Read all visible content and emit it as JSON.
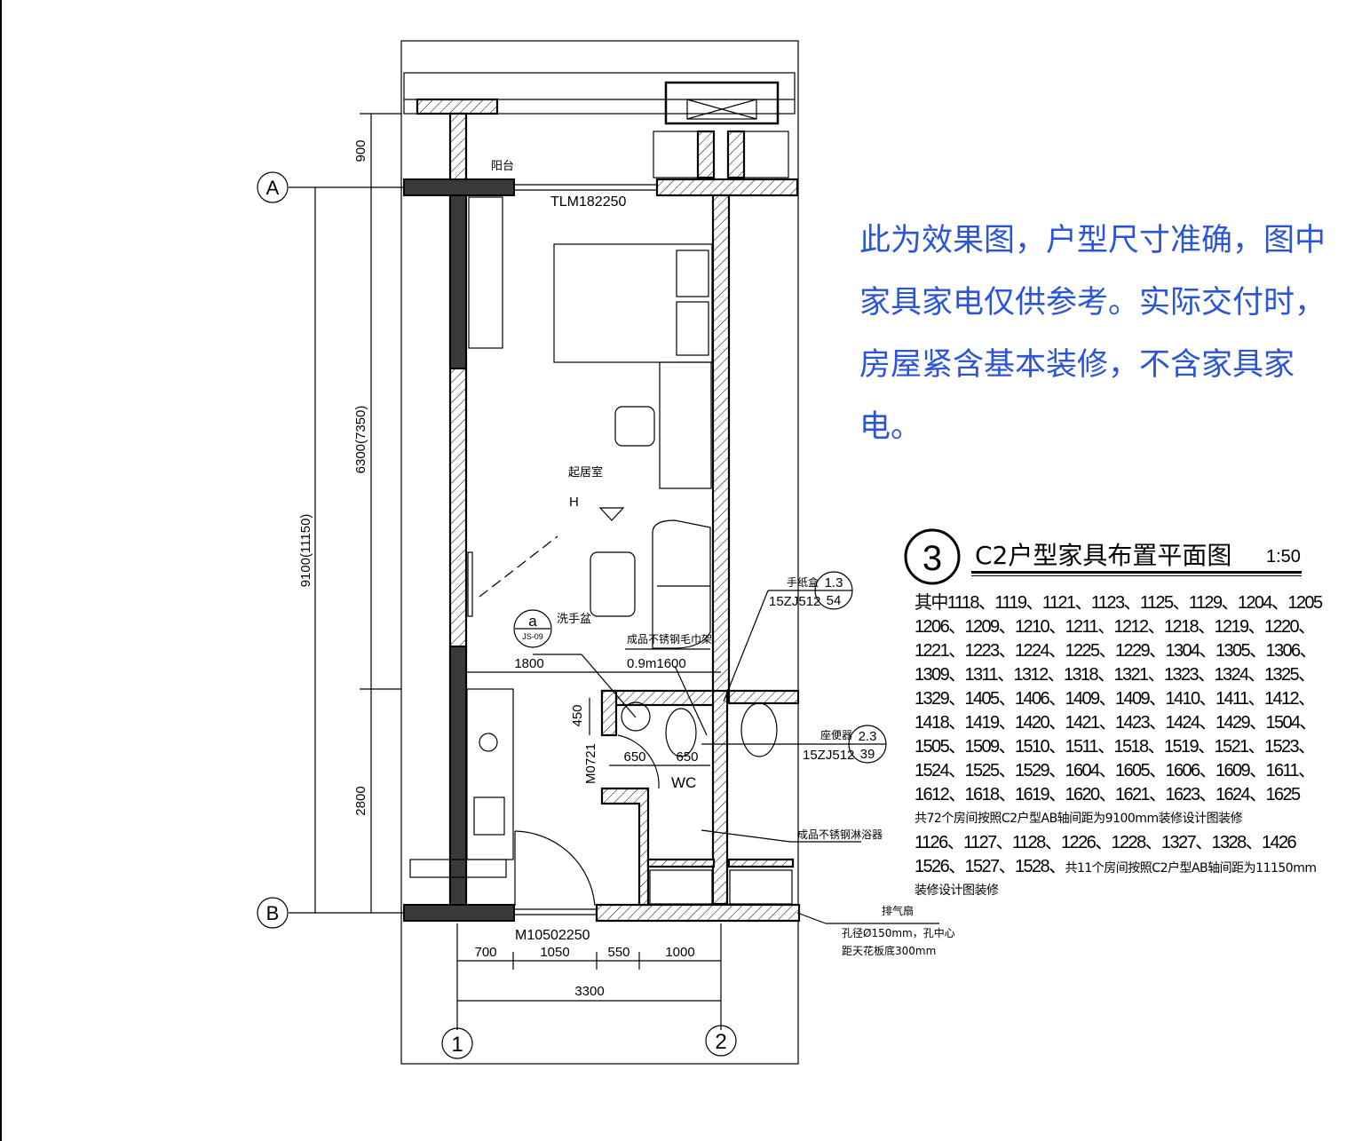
{
  "note": "此为效果图，户型尺寸准确，图中家具家电仅供参考。实际交付时，房屋紧含基本装修，不含家具家电。",
  "title": {
    "number": "3",
    "text": "C2户型家具布置平面图",
    "scale": "1:50"
  },
  "axes": {
    "a": "A",
    "b": "B",
    "one": "1",
    "two": "2"
  },
  "dims": {
    "d900": "900",
    "d6300": "6300(7350)",
    "d2800": "2800",
    "d9100": "9100(11150)",
    "d700": "700",
    "d1050": "1050",
    "d550": "550",
    "d1000": "1000",
    "d3300": "3300",
    "d1800": "1800",
    "d450": "450",
    "d650a": "650",
    "d650b": "650"
  },
  "labels": {
    "balcony": "阳台",
    "window": "TLM182250",
    "living": "起居室",
    "h": "H",
    "door_main": "M10502250",
    "door_wc": "M0721",
    "wc": "WC",
    "basin": "洗手盆",
    "towel": "成品不锈钢毛巾架",
    "towel_size": "0.9m1600",
    "paper": "手纸盒",
    "paper_ref": "15ZJ512",
    "paper_num": "1.3",
    "paper_page": "54",
    "toilet": "座便器",
    "toilet_ref": "15ZJ512",
    "toilet_num": "2.3",
    "toilet_page": "39",
    "shower": "成品不锈钢淋浴器",
    "fan": "排气扇",
    "fan_note1": "孔径Ø150mm，孔中心",
    "fan_note2": "距天花板底300mm",
    "detail_a": "a",
    "detail_ref": "JS-09"
  },
  "rooms_list": {
    "line1": "其中1118、1119、1121、1123、1125、1129、1204、1205",
    "line2": "1206、1209、1210、1211、1212、1218、1219、1220、",
    "line3": "1221、1223、1224、1225、1229、1304、1305、1306、",
    "line4": "1309、1311、1312、1318、1321、1323、1324、1325、",
    "line5": "1329、1405、1406、1409、1409、1410、1411、1412、",
    "line6": "1418、1419、1420、1421、1423、1424、1429、1504、",
    "line7": "1505、1509、1510、1511、1518、1519、1521、1523、",
    "line8": "1524、1525、1529、1604、1605、1606、1609、1611、",
    "line9": "1612、1618、1619、1620、1621、1623、1624、1625",
    "line10": "共72个房间按照C2户型AB轴间距为9100mm装修设计图装修",
    "line11": "1126、1127、1128、1226、1228、1327、1328、1426",
    "line12a": "1526、1527、1528、",
    "line12b": "共11个房间按照C2户型AB轴间距为11150mm",
    "line13": "装修设计图装修"
  }
}
